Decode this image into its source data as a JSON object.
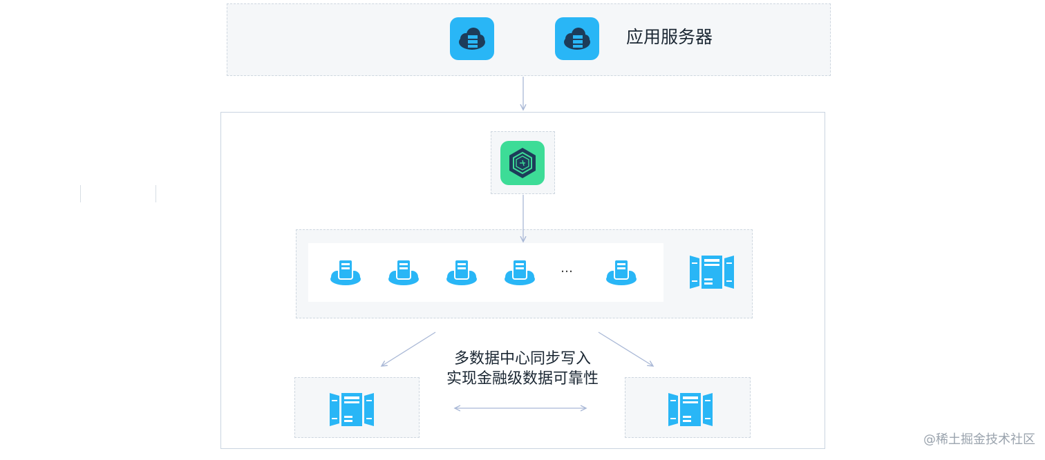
{
  "app_layer": {
    "label": "应用服务器"
  },
  "storage_layer": {
    "ellipsis": "…"
  },
  "sync_caption": {
    "line1": "多数据中心同步写入",
    "line2": "实现金融级数据可靠性"
  },
  "watermark": "@稀土掘金技术社区",
  "icons": {
    "app_servers": [
      "cloud-server-icon",
      "cloud-server-icon"
    ],
    "proxy": "hexagon-gateway-icon",
    "storage_nodes": [
      "cloud-node-icon",
      "cloud-node-icon",
      "cloud-node-icon",
      "cloud-node-icon",
      "cloud-node-icon"
    ],
    "datacenters": [
      "server-rack-icon",
      "server-rack-icon",
      "server-rack-icon"
    ]
  },
  "colors": {
    "primary_blue": "#29b6f6",
    "dark_navy": "#1d3c5a",
    "gateway_green": "#3ddc97",
    "connector": "#a9b8d6",
    "panel_bg": "#f5f7f9"
  }
}
